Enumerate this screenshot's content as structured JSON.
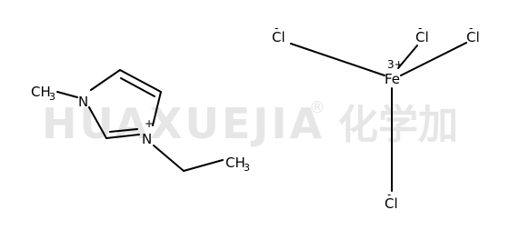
{
  "watermark": {
    "brand_latin": "HUAXUEJIA",
    "registered_mark": "®",
    "brand_cjk": "化学加",
    "color": "#e6e6e6"
  },
  "molecule": {
    "cation": {
      "methyl_label": "CH",
      "methyl_subscript": "3",
      "n1_label": "N",
      "n3_label": "N",
      "n3_charge": "+",
      "ethyl_label": "CH",
      "ethyl_subscript": "3"
    },
    "anion": {
      "metal_label": "Fe",
      "metal_charge": "3+",
      "chlorides": [
        {
          "label": "Cl",
          "charge": "-"
        },
        {
          "label": "Cl",
          "charge": "-"
        },
        {
          "label": "Cl",
          "charge": "-"
        },
        {
          "label": "Cl",
          "charge": "-"
        }
      ]
    }
  }
}
